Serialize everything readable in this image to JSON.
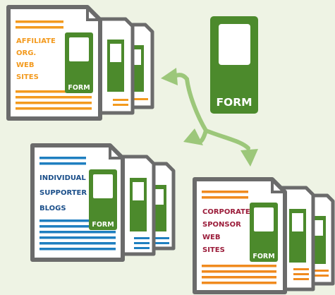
{
  "central_form": {
    "label": "FORM"
  },
  "groups": [
    {
      "name": "affiliate",
      "lines": [
        "AFFILIATE",
        "ORG.",
        "WEB",
        "SITES"
      ],
      "form_label": "FORM",
      "text_color": "#f39a1e",
      "stripe_color": "#f39a1e"
    },
    {
      "name": "individual",
      "lines": [
        "INDIVIDUAL",
        "SUPPORTER",
        "BLOGS"
      ],
      "form_label": "FORM",
      "text_color": "#1b4f8a",
      "stripe_color": "#1f7fc0"
    },
    {
      "name": "corporate",
      "lines": [
        "CORPORATE",
        "SPONSOR",
        "WEB",
        "SITES"
      ],
      "form_label": "FORM",
      "text_color": "#9b1c3a",
      "stripe_color": "#f08a1e"
    }
  ],
  "colors": {
    "form_green": "#4c8a2c",
    "arrow_green": "#9cc77a",
    "paper_border": "#6b6b6b",
    "background": "#eef3e4"
  }
}
